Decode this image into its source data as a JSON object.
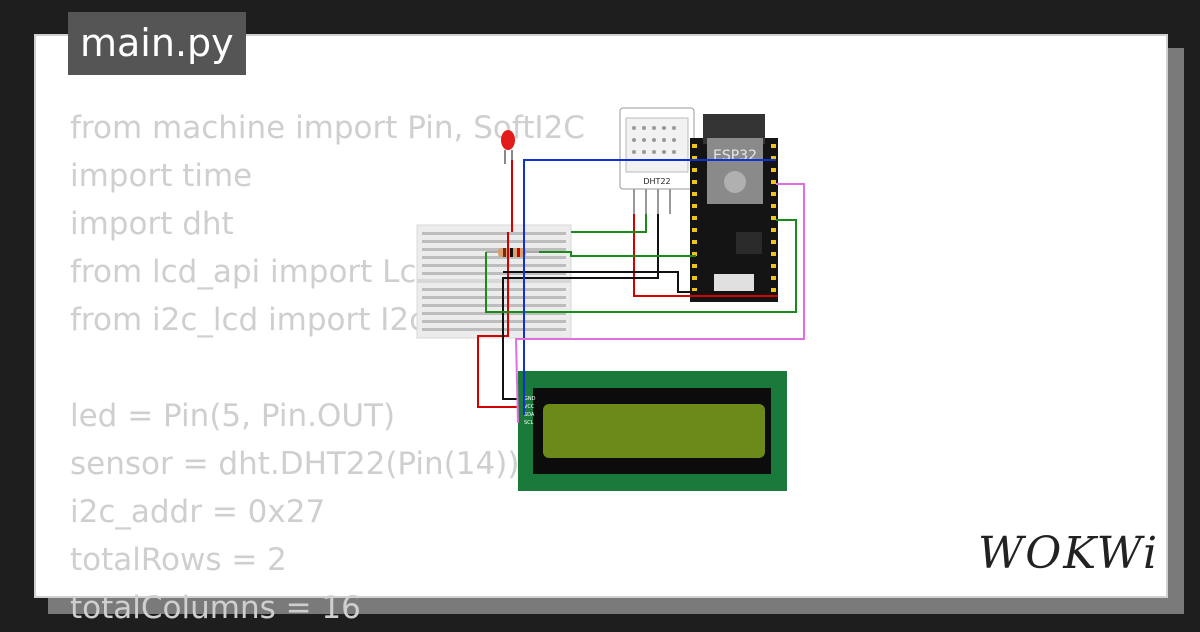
{
  "file_tab": {
    "label": "main.py"
  },
  "code": {
    "lines": [
      "from machine import Pin, SoftI2C",
      "import time",
      "import dht",
      "from lcd_api import LcdApi",
      "from i2c_lcd import I2cLcd",
      "",
      "led = Pin(5, Pin.OUT)",
      "sensor = dht.DHT22(Pin(14))",
      "i2c_addr = 0x27",
      "totalRows = 2",
      "totalColumns = 16"
    ]
  },
  "diagram": {
    "sensor_label": "DHT22",
    "board_label": "ESP32",
    "lcd_pins": [
      "GND",
      "VCC",
      "SDA",
      "SCL"
    ],
    "wire_colors": {
      "red": "#d40000",
      "black": "#111111",
      "green": "#1a8a1a",
      "blue": "#1030d0",
      "pink": "#e070e0"
    }
  },
  "brand": {
    "logo_text": "WOKWi"
  }
}
